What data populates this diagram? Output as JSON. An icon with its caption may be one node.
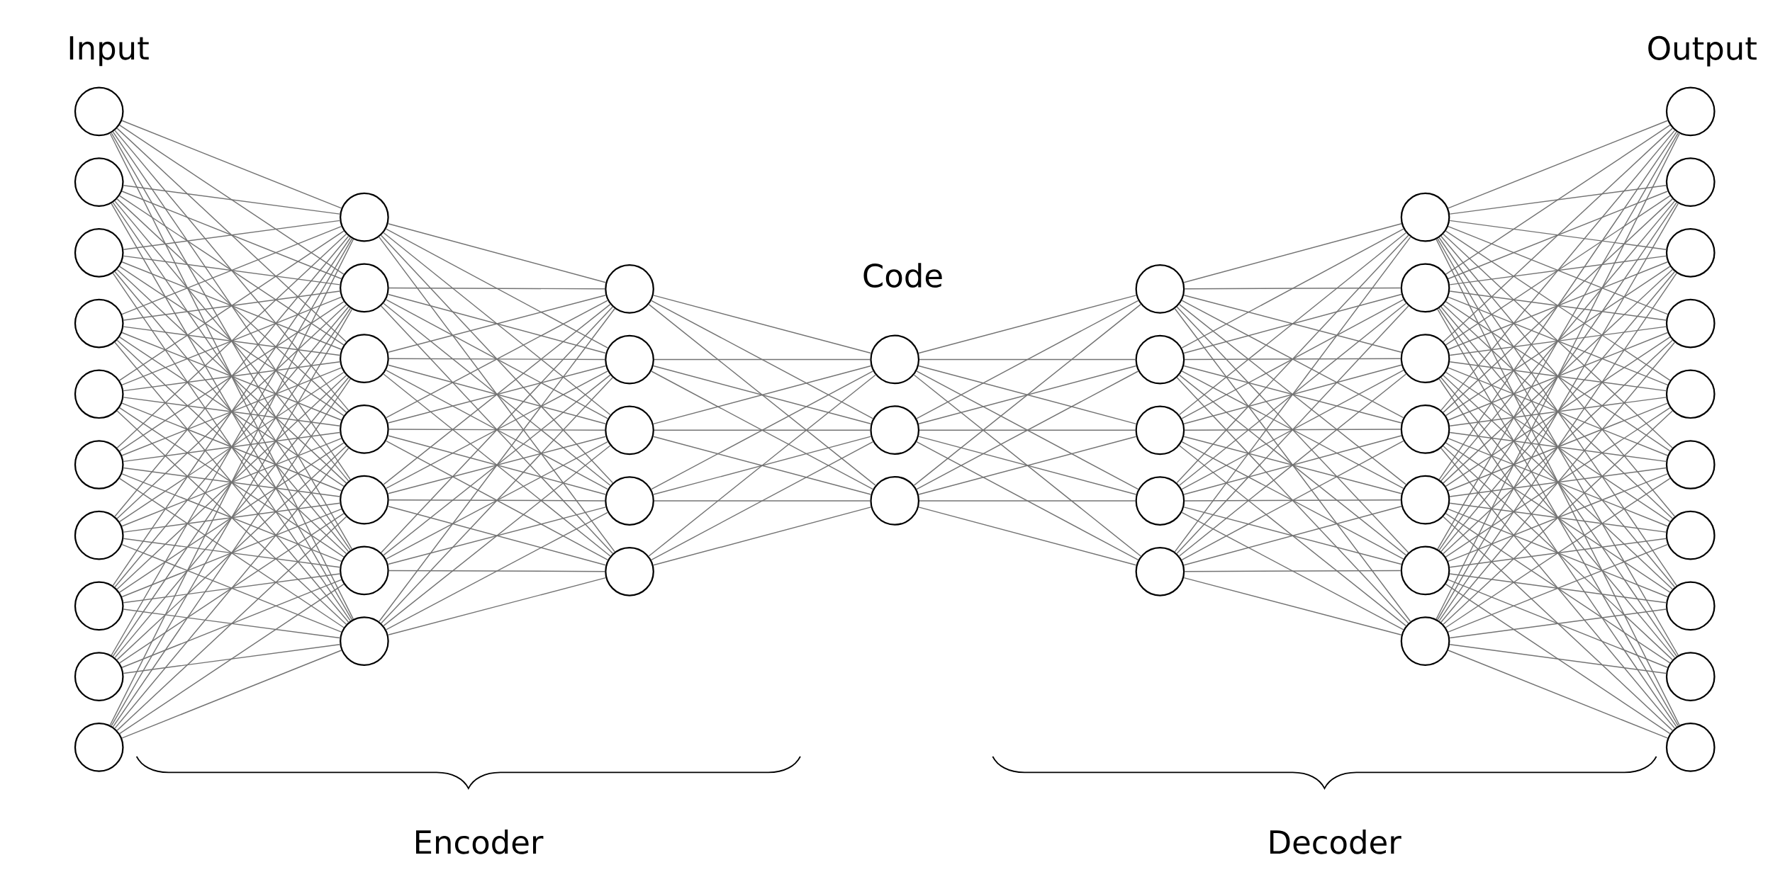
{
  "diagram": {
    "nodes": [
      {
        "text": [],
        "shape": "circle"
      },
      {
        "text": [],
        "shape": "circle"
      },
      {
        "text": [],
        "shape": "circle"
      },
      {
        "text": [],
        "shape": "circle"
      },
      {
        "text": [],
        "shape": "circle"
      },
      {
        "text": [],
        "shape": "circle"
      },
      {
        "text": [],
        "shape": "circle"
      },
      {
        "text": [],
        "shape": "circle"
      },
      {
        "text": [],
        "shape": "circle"
      },
      {
        "text": [],
        "shape": "circle"
      },
      {
        "text": [],
        "shape": "circle"
      },
      {
        "text": [],
        "shape": "circle"
      },
      {
        "text": [],
        "shape": "circle"
      },
      {
        "text": [],
        "shape": "circle"
      },
      {
        "text": [],
        "shape": "circle"
      },
      {
        "text": [],
        "shape": "circle"
      },
      {
        "text": [],
        "shape": "circle"
      },
      {
        "text": [],
        "shape": "circle"
      },
      {
        "text": [],
        "shape": "circle"
      },
      {
        "text": [],
        "shape": "circle"
      },
      {
        "text": [],
        "shape": "circle"
      },
      {
        "text": [],
        "shape": "circle"
      },
      {
        "text": [],
        "shape": "circle"
      },
      {
        "text": [],
        "shape": "circle"
      },
      {
        "text": [],
        "shape": "circle"
      },
      {
        "text": [],
        "shape": "circle"
      },
      {
        "text": [],
        "shape": "circle"
      },
      {
        "text": [],
        "shape": "circle"
      },
      {
        "text": [],
        "shape": "circle"
      },
      {
        "text": [],
        "shape": "circle"
      },
      {
        "text": [],
        "shape": "circle"
      },
      {
        "text": [],
        "shape": "circle"
      },
      {
        "text": [],
        "shape": "circle"
      },
      {
        "text": [],
        "shape": "circle"
      },
      {
        "text": [],
        "shape": "circle"
      },
      {
        "text": [],
        "shape": "circle"
      },
      {
        "text": [],
        "shape": "circle"
      },
      {
        "text": [],
        "shape": "circle"
      },
      {
        "text": [],
        "shape": "circle"
      },
      {
        "text": [],
        "shape": "circle"
      },
      {
        "text": [],
        "shape": "circle"
      },
      {
        "text": [],
        "shape": "circle"
      },
      {
        "text": [],
        "shape": "circle"
      },
      {
        "text": [],
        "shape": "circle"
      },
      {
        "text": [],
        "shape": "circle"
      },
      {
        "text": [],
        "shape": "circle"
      },
      {
        "text": [],
        "shape": "circle"
      }
    ],
    "edges": [
      {
        "from": 0,
        "to": 10,
        "arrow": "none"
      },
      {
        "from": 0,
        "to": 11,
        "arrow": "none"
      },
      {
        "from": 0,
        "to": 12,
        "arrow": "none"
      },
      {
        "from": 0,
        "to": 13,
        "arrow": "none"
      },
      {
        "from": 0,
        "to": 14,
        "arrow": "none"
      },
      {
        "from": 0,
        "to": 15,
        "arrow": "none"
      },
      {
        "from": 0,
        "to": 16,
        "arrow": "none"
      },
      {
        "from": 1,
        "to": 10,
        "arrow": "none"
      },
      {
        "from": 1,
        "to": 11,
        "arrow": "none"
      },
      {
        "from": 1,
        "to": 12,
        "arrow": "none"
      },
      {
        "from": 1,
        "to": 13,
        "arrow": "none"
      },
      {
        "from": 1,
        "to": 14,
        "arrow": "none"
      },
      {
        "from": 1,
        "to": 15,
        "arrow": "none"
      },
      {
        "from": 1,
        "to": 16,
        "arrow": "none"
      },
      {
        "from": 2,
        "to": 10,
        "arrow": "none"
      },
      {
        "from": 2,
        "to": 11,
        "arrow": "none"
      },
      {
        "from": 2,
        "to": 12,
        "arrow": "none"
      },
      {
        "from": 2,
        "to": 13,
        "arrow": "none"
      },
      {
        "from": 2,
        "to": 14,
        "arrow": "none"
      },
      {
        "from": 2,
        "to": 15,
        "arrow": "none"
      },
      {
        "from": 2,
        "to": 16,
        "arrow": "none"
      },
      {
        "from": 3,
        "to": 10,
        "arrow": "none"
      },
      {
        "from": 3,
        "to": 11,
        "arrow": "none"
      },
      {
        "from": 3,
        "to": 12,
        "arrow": "none"
      },
      {
        "from": 3,
        "to": 13,
        "arrow": "none"
      },
      {
        "from": 3,
        "to": 14,
        "arrow": "none"
      },
      {
        "from": 3,
        "to": 15,
        "arrow": "none"
      },
      {
        "from": 3,
        "to": 16,
        "arrow": "none"
      },
      {
        "from": 4,
        "to": 10,
        "arrow": "none"
      },
      {
        "from": 4,
        "to": 11,
        "arrow": "none"
      },
      {
        "from": 4,
        "to": 12,
        "arrow": "none"
      },
      {
        "from": 4,
        "to": 13,
        "arrow": "none"
      },
      {
        "from": 4,
        "to": 14,
        "arrow": "none"
      },
      {
        "from": 4,
        "to": 15,
        "arrow": "none"
      },
      {
        "from": 4,
        "to": 16,
        "arrow": "none"
      },
      {
        "from": 5,
        "to": 10,
        "arrow": "none"
      },
      {
        "from": 5,
        "to": 11,
        "arrow": "none"
      },
      {
        "from": 5,
        "to": 12,
        "arrow": "none"
      },
      {
        "from": 5,
        "to": 13,
        "arrow": "none"
      },
      {
        "from": 5,
        "to": 14,
        "arrow": "none"
      },
      {
        "from": 5,
        "to": 15,
        "arrow": "none"
      },
      {
        "from": 5,
        "to": 16,
        "arrow": "none"
      },
      {
        "from": 6,
        "to": 10,
        "arrow": "none"
      },
      {
        "from": 6,
        "to": 11,
        "arrow": "none"
      },
      {
        "from": 6,
        "to": 12,
        "arrow": "none"
      },
      {
        "from": 6,
        "to": 13,
        "arrow": "none"
      },
      {
        "from": 6,
        "to": 14,
        "arrow": "none"
      },
      {
        "from": 6,
        "to": 15,
        "arrow": "none"
      },
      {
        "from": 6,
        "to": 16,
        "arrow": "none"
      },
      {
        "from": 7,
        "to": 10,
        "arrow": "none"
      },
      {
        "from": 7,
        "to": 11,
        "arrow": "none"
      },
      {
        "from": 7,
        "to": 12,
        "arrow": "none"
      },
      {
        "from": 7,
        "to": 13,
        "arrow": "none"
      },
      {
        "from": 7,
        "to": 14,
        "arrow": "none"
      },
      {
        "from": 7,
        "to": 15,
        "arrow": "none"
      },
      {
        "from": 7,
        "to": 16,
        "arrow": "none"
      },
      {
        "from": 8,
        "to": 10,
        "arrow": "none"
      },
      {
        "from": 8,
        "to": 11,
        "arrow": "none"
      },
      {
        "from": 8,
        "to": 12,
        "arrow": "none"
      },
      {
        "from": 8,
        "to": 13,
        "arrow": "none"
      },
      {
        "from": 8,
        "to": 14,
        "arrow": "none"
      },
      {
        "from": 8,
        "to": 15,
        "arrow": "none"
      },
      {
        "from": 8,
        "to": 16,
        "arrow": "none"
      },
      {
        "from": 9,
        "to": 10,
        "arrow": "none"
      },
      {
        "from": 9,
        "to": 11,
        "arrow": "none"
      },
      {
        "from": 9,
        "to": 12,
        "arrow": "none"
      },
      {
        "from": 9,
        "to": 13,
        "arrow": "none"
      },
      {
        "from": 9,
        "to": 14,
        "arrow": "none"
      },
      {
        "from": 9,
        "to": 15,
        "arrow": "none"
      },
      {
        "from": 9,
        "to": 16,
        "arrow": "none"
      },
      {
        "from": 10,
        "to": 17,
        "arrow": "none"
      },
      {
        "from": 10,
        "to": 18,
        "arrow": "none"
      },
      {
        "from": 10,
        "to": 19,
        "arrow": "none"
      },
      {
        "from": 10,
        "to": 20,
        "arrow": "none"
      },
      {
        "from": 10,
        "to": 21,
        "arrow": "none"
      },
      {
        "from": 11,
        "to": 17,
        "arrow": "none"
      },
      {
        "from": 11,
        "to": 18,
        "arrow": "none"
      },
      {
        "from": 11,
        "to": 19,
        "arrow": "none"
      },
      {
        "from": 11,
        "to": 20,
        "arrow": "none"
      },
      {
        "from": 11,
        "to": 21,
        "arrow": "none"
      },
      {
        "from": 12,
        "to": 17,
        "arrow": "none"
      },
      {
        "from": 12,
        "to": 18,
        "arrow": "none"
      },
      {
        "from": 12,
        "to": 19,
        "arrow": "none"
      },
      {
        "from": 12,
        "to": 20,
        "arrow": "none"
      },
      {
        "from": 12,
        "to": 21,
        "arrow": "none"
      },
      {
        "from": 13,
        "to": 17,
        "arrow": "none"
      },
      {
        "from": 13,
        "to": 18,
        "arrow": "none"
      },
      {
        "from": 13,
        "to": 19,
        "arrow": "none"
      },
      {
        "from": 13,
        "to": 20,
        "arrow": "none"
      },
      {
        "from": 13,
        "to": 21,
        "arrow": "none"
      },
      {
        "from": 14,
        "to": 17,
        "arrow": "none"
      },
      {
        "from": 14,
        "to": 18,
        "arrow": "none"
      },
      {
        "from": 14,
        "to": 19,
        "arrow": "none"
      },
      {
        "from": 14,
        "to": 20,
        "arrow": "none"
      },
      {
        "from": 14,
        "to": 21,
        "arrow": "none"
      },
      {
        "from": 15,
        "to": 17,
        "arrow": "none"
      },
      {
        "from": 15,
        "to": 18,
        "arrow": "none"
      },
      {
        "from": 15,
        "to": 19,
        "arrow": "none"
      },
      {
        "from": 15,
        "to": 20,
        "arrow": "none"
      },
      {
        "from": 15,
        "to": 21,
        "arrow": "none"
      },
      {
        "from": 16,
        "to": 17,
        "arrow": "none"
      },
      {
        "from": 16,
        "to": 18,
        "arrow": "none"
      },
      {
        "from": 16,
        "to": 19,
        "arrow": "none"
      },
      {
        "from": 16,
        "to": 20,
        "arrow": "none"
      },
      {
        "from": 16,
        "to": 21,
        "arrow": "none"
      },
      {
        "from": 17,
        "to": 22,
        "arrow": "none"
      },
      {
        "from": 17,
        "to": 23,
        "arrow": "none"
      },
      {
        "from": 17,
        "to": 24,
        "arrow": "none"
      },
      {
        "from": 18,
        "to": 22,
        "arrow": "none"
      },
      {
        "from": 18,
        "to": 23,
        "arrow": "none"
      },
      {
        "from": 18,
        "to": 24,
        "arrow": "none"
      },
      {
        "from": 19,
        "to": 22,
        "arrow": "none"
      },
      {
        "from": 19,
        "to": 23,
        "arrow": "none"
      },
      {
        "from": 19,
        "to": 24,
        "arrow": "none"
      },
      {
        "from": 20,
        "to": 22,
        "arrow": "none"
      },
      {
        "from": 20,
        "to": 23,
        "arrow": "none"
      },
      {
        "from": 20,
        "to": 24,
        "arrow": "none"
      },
      {
        "from": 21,
        "to": 22,
        "arrow": "none"
      },
      {
        "from": 21,
        "to": 23,
        "arrow": "none"
      },
      {
        "from": 21,
        "to": 24,
        "arrow": "none"
      },
      {
        "from": 22,
        "to": 25,
        "arrow": "none"
      },
      {
        "from": 22,
        "to": 26,
        "arrow": "none"
      },
      {
        "from": 22,
        "to": 27,
        "arrow": "none"
      },
      {
        "from": 22,
        "to": 28,
        "arrow": "none"
      },
      {
        "from": 22,
        "to": 29,
        "arrow": "none"
      },
      {
        "from": 23,
        "to": 25,
        "arrow": "none"
      },
      {
        "from": 23,
        "to": 26,
        "arrow": "none"
      },
      {
        "from": 23,
        "to": 27,
        "arrow": "none"
      },
      {
        "from": 23,
        "to": 28,
        "arrow": "none"
      },
      {
        "from": 23,
        "to": 29,
        "arrow": "none"
      },
      {
        "from": 24,
        "to": 25,
        "arrow": "none"
      },
      {
        "from": 24,
        "to": 26,
        "arrow": "none"
      },
      {
        "from": 24,
        "to": 27,
        "arrow": "none"
      },
      {
        "from": 24,
        "to": 28,
        "arrow": "none"
      },
      {
        "from": 24,
        "to": 29,
        "arrow": "none"
      },
      {
        "from": 25,
        "to": 30,
        "arrow": "none"
      },
      {
        "from": 25,
        "to": 31,
        "arrow": "none"
      },
      {
        "from": 25,
        "to": 32,
        "arrow": "none"
      },
      {
        "from": 25,
        "to": 33,
        "arrow": "none"
      },
      {
        "from": 25,
        "to": 34,
        "arrow": "none"
      },
      {
        "from": 25,
        "to": 35,
        "arrow": "none"
      },
      {
        "from": 25,
        "to": 36,
        "arrow": "none"
      },
      {
        "from": 26,
        "to": 30,
        "arrow": "none"
      },
      {
        "from": 26,
        "to": 31,
        "arrow": "none"
      },
      {
        "from": 26,
        "to": 32,
        "arrow": "none"
      },
      {
        "from": 26,
        "to": 33,
        "arrow": "none"
      },
      {
        "from": 26,
        "to": 34,
        "arrow": "none"
      },
      {
        "from": 26,
        "to": 35,
        "arrow": "none"
      },
      {
        "from": 26,
        "to": 36,
        "arrow": "none"
      },
      {
        "from": 27,
        "to": 30,
        "arrow": "none"
      },
      {
        "from": 27,
        "to": 31,
        "arrow": "none"
      },
      {
        "from": 27,
        "to": 32,
        "arrow": "none"
      },
      {
        "from": 27,
        "to": 33,
        "arrow": "none"
      },
      {
        "from": 27,
        "to": 34,
        "arrow": "none"
      },
      {
        "from": 27,
        "to": 35,
        "arrow": "none"
      },
      {
        "from": 27,
        "to": 36,
        "arrow": "none"
      },
      {
        "from": 28,
        "to": 30,
        "arrow": "none"
      },
      {
        "from": 28,
        "to": 31,
        "arrow": "none"
      },
      {
        "from": 28,
        "to": 32,
        "arrow": "none"
      },
      {
        "from": 28,
        "to": 33,
        "arrow": "none"
      },
      {
        "from": 28,
        "to": 34,
        "arrow": "none"
      },
      {
        "from": 28,
        "to": 35,
        "arrow": "none"
      },
      {
        "from": 28,
        "to": 36,
        "arrow": "none"
      },
      {
        "from": 29,
        "to": 30,
        "arrow": "none"
      },
      {
        "from": 29,
        "to": 31,
        "arrow": "none"
      },
      {
        "from": 29,
        "to": 32,
        "arrow": "none"
      },
      {
        "from": 29,
        "to": 33,
        "arrow": "none"
      },
      {
        "from": 29,
        "to": 34,
        "arrow": "none"
      },
      {
        "from": 29,
        "to": 35,
        "arrow": "none"
      },
      {
        "from": 29,
        "to": 36,
        "arrow": "none"
      },
      {
        "from": 30,
        "to": 37,
        "arrow": "none"
      },
      {
        "from": 30,
        "to": 38,
        "arrow": "none"
      },
      {
        "from": 30,
        "to": 39,
        "arrow": "none"
      },
      {
        "from": 30,
        "to": 40,
        "arrow": "none"
      },
      {
        "from": 30,
        "to": 41,
        "arrow": "none"
      },
      {
        "from": 30,
        "to": 42,
        "arrow": "none"
      },
      {
        "from": 30,
        "to": 43,
        "arrow": "none"
      },
      {
        "from": 30,
        "to": 44,
        "arrow": "none"
      },
      {
        "from": 30,
        "to": 45,
        "arrow": "none"
      },
      {
        "from": 30,
        "to": 46,
        "arrow": "none"
      },
      {
        "from": 31,
        "to": 37,
        "arrow": "none"
      },
      {
        "from": 31,
        "to": 38,
        "arrow": "none"
      },
      {
        "from": 31,
        "to": 39,
        "arrow": "none"
      },
      {
        "from": 31,
        "to": 40,
        "arrow": "none"
      },
      {
        "from": 31,
        "to": 41,
        "arrow": "none"
      },
      {
        "from": 31,
        "to": 42,
        "arrow": "none"
      },
      {
        "from": 31,
        "to": 43,
        "arrow": "none"
      },
      {
        "from": 31,
        "to": 44,
        "arrow": "none"
      },
      {
        "from": 31,
        "to": 45,
        "arrow": "none"
      },
      {
        "from": 31,
        "to": 46,
        "arrow": "none"
      },
      {
        "from": 32,
        "to": 37,
        "arrow": "none"
      },
      {
        "from": 32,
        "to": 38,
        "arrow": "none"
      },
      {
        "from": 32,
        "to": 39,
        "arrow": "none"
      },
      {
        "from": 32,
        "to": 40,
        "arrow": "none"
      },
      {
        "from": 32,
        "to": 41,
        "arrow": "none"
      },
      {
        "from": 32,
        "to": 42,
        "arrow": "none"
      },
      {
        "from": 32,
        "to": 43,
        "arrow": "none"
      },
      {
        "from": 32,
        "to": 44,
        "arrow": "none"
      },
      {
        "from": 32,
        "to": 45,
        "arrow": "none"
      },
      {
        "from": 32,
        "to": 46,
        "arrow": "none"
      },
      {
        "from": 33,
        "to": 37,
        "arrow": "none"
      },
      {
        "from": 33,
        "to": 38,
        "arrow": "none"
      },
      {
        "from": 33,
        "to": 39,
        "arrow": "none"
      },
      {
        "from": 33,
        "to": 40,
        "arrow": "none"
      },
      {
        "from": 33,
        "to": 41,
        "arrow": "none"
      },
      {
        "from": 33,
        "to": 42,
        "arrow": "none"
      },
      {
        "from": 33,
        "to": 43,
        "arrow": "none"
      },
      {
        "from": 33,
        "to": 44,
        "arrow": "none"
      },
      {
        "from": 33,
        "to": 45,
        "arrow": "none"
      },
      {
        "from": 33,
        "to": 46,
        "arrow": "none"
      },
      {
        "from": 34,
        "to": 37,
        "arrow": "none"
      },
      {
        "from": 34,
        "to": 38,
        "arrow": "none"
      },
      {
        "from": 34,
        "to": 39,
        "arrow": "none"
      },
      {
        "from": 34,
        "to": 40,
        "arrow": "none"
      },
      {
        "from": 34,
        "to": 41,
        "arrow": "none"
      },
      {
        "from": 34,
        "to": 42,
        "arrow": "none"
      },
      {
        "from": 34,
        "to": 43,
        "arrow": "none"
      },
      {
        "from": 34,
        "to": 44,
        "arrow": "none"
      },
      {
        "from": 34,
        "to": 45,
        "arrow": "none"
      },
      {
        "from": 34,
        "to": 46,
        "arrow": "none"
      },
      {
        "from": 35,
        "to": 37,
        "arrow": "none"
      },
      {
        "from": 35,
        "to": 38,
        "arrow": "none"
      },
      {
        "from": 35,
        "to": 39,
        "arrow": "none"
      },
      {
        "from": 35,
        "to": 40,
        "arrow": "none"
      },
      {
        "from": 35,
        "to": 41,
        "arrow": "none"
      },
      {
        "from": 35,
        "to": 42,
        "arrow": "none"
      },
      {
        "from": 35,
        "to": 43,
        "arrow": "none"
      },
      {
        "from": 35,
        "to": 44,
        "arrow": "none"
      },
      {
        "from": 35,
        "to": 45,
        "arrow": "none"
      },
      {
        "from": 35,
        "to": 46,
        "arrow": "none"
      },
      {
        "from": 36,
        "to": 37,
        "arrow": "none"
      },
      {
        "from": 36,
        "to": 38,
        "arrow": "none"
      },
      {
        "from": 36,
        "to": 39,
        "arrow": "none"
      },
      {
        "from": 36,
        "to": 40,
        "arrow": "none"
      },
      {
        "from": 36,
        "to": 41,
        "arrow": "none"
      },
      {
        "from": 36,
        "to": 42,
        "arrow": "none"
      },
      {
        "from": 36,
        "to": 43,
        "arrow": "none"
      },
      {
        "from": 36,
        "to": 44,
        "arrow": "none"
      },
      {
        "from": 36,
        "to": 45,
        "arrow": "none"
      },
      {
        "from": 36,
        "to": 46,
        "arrow": "none"
      }
    ],
    "labels": [
      "Input",
      "Output",
      "Code",
      "Encoder",
      "Decoder"
    ]
  }
}
